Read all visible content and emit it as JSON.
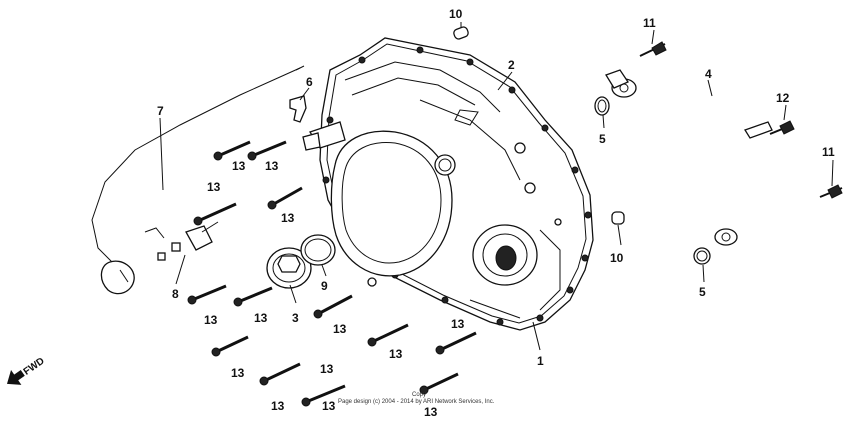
{
  "labels": {
    "p1": "1",
    "p2": "2",
    "p3": "3",
    "p4": "4",
    "p5a": "5",
    "p5b": "5",
    "p6": "6",
    "p7": "7",
    "p8": "8",
    "p9": "9",
    "p10a": "10",
    "p10b": "10",
    "p11a": "11",
    "p11b": "11",
    "p12": "12",
    "b13": [
      "13",
      "13",
      "13",
      "13",
      "13",
      "13",
      "13",
      "13",
      "13",
      "13",
      "13",
      "13",
      "13",
      "13"
    ]
  },
  "direction": {
    "text": "FWD"
  },
  "watermark": {
    "line1": "Copy",
    "line2": "Page design (c) 2004 - 2014 by ARI Network Services, Inc."
  },
  "colors": {
    "ink": "#111111",
    "background": "#ffffff"
  }
}
